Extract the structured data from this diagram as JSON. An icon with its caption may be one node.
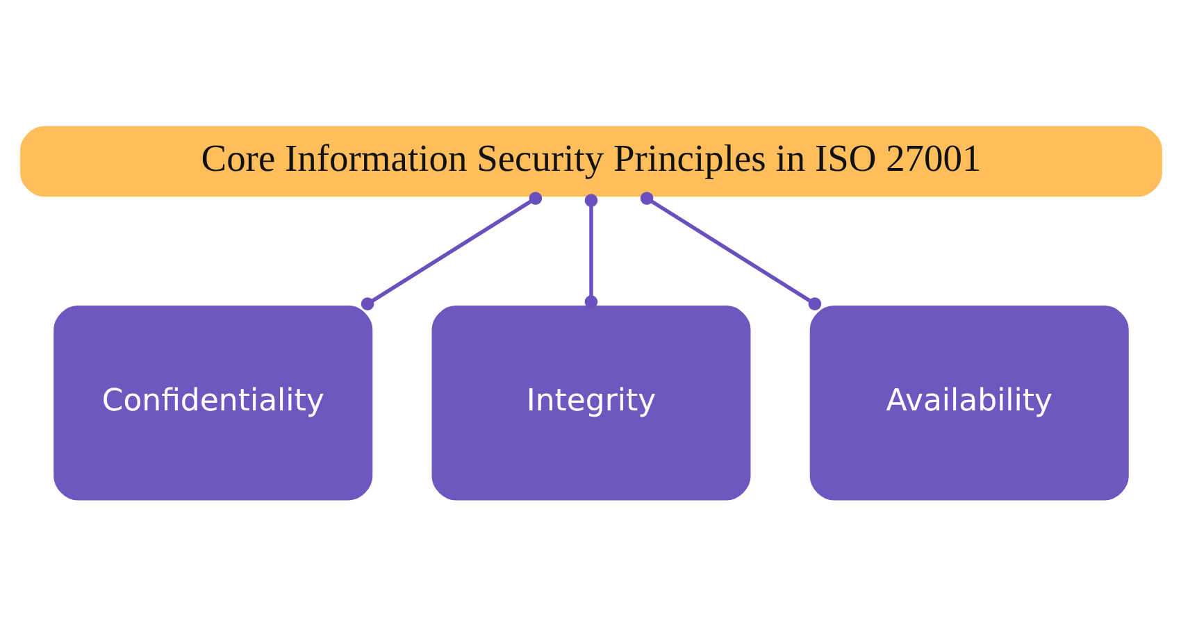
{
  "diagram": {
    "nodes": [
      {
        "text": [
          "Core Information Security Principles in ISO 27001"
        ]
      },
      {
        "text": [
          "Confidentiality"
        ]
      },
      {
        "text": [
          "Integrity"
        ]
      },
      {
        "text": [
          "Availability"
        ]
      }
    ],
    "edges": [
      {
        "from": 0,
        "to": 1,
        "arrow": "other"
      },
      {
        "from": 0,
        "to": 2,
        "arrow": "other"
      },
      {
        "from": 0,
        "to": 3,
        "arrow": "other"
      }
    ]
  }
}
